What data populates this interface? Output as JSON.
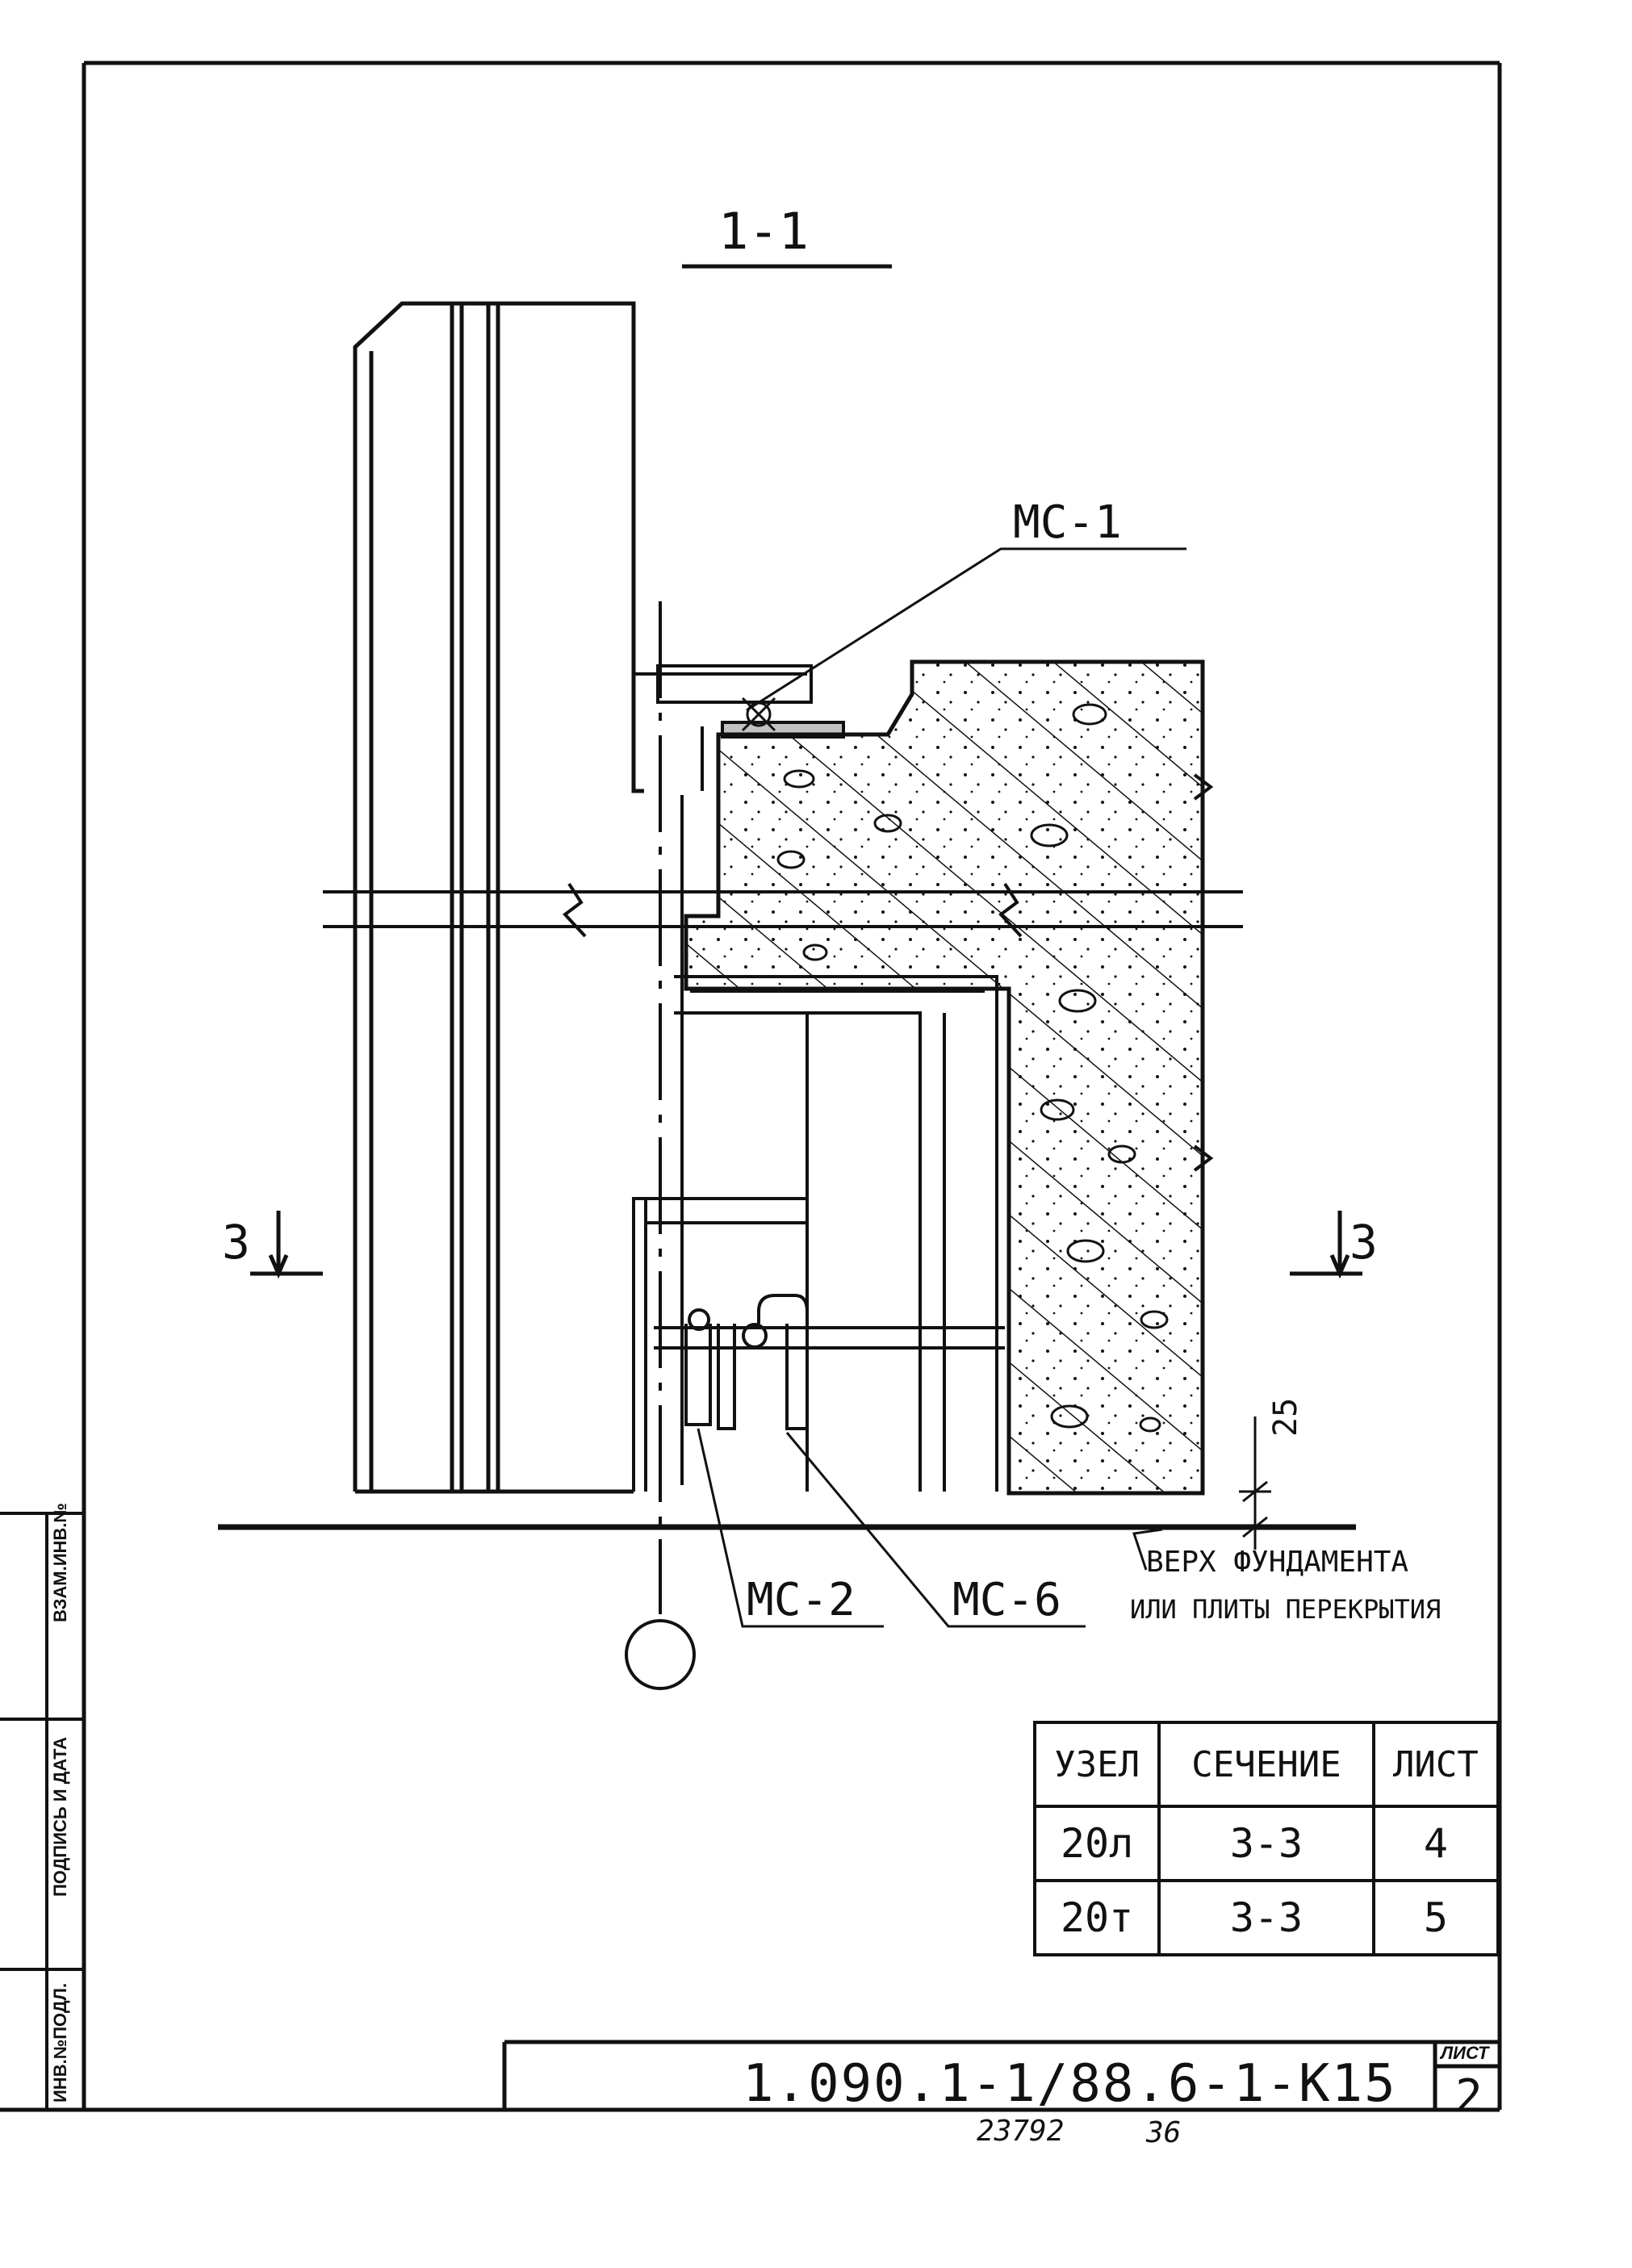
{
  "section_title": "1-1",
  "callouts": {
    "ms1": "МС-1",
    "ms2": "МС-2",
    "ms6": "МС-6"
  },
  "section_marks": {
    "left": "3",
    "right": "3"
  },
  "dimension": "25",
  "foundation_note": {
    "line1": "ВЕРХ ФУНДАМЕНТА",
    "line2": "ИЛИ ПЛИТЫ ПЕРЕКРЫТИЯ"
  },
  "reference_table": {
    "headers": [
      "УЗЕЛ",
      "СЕЧЕНИЕ",
      "ЛИСТ"
    ],
    "rows": [
      [
        "20л",
        "3-3",
        "4"
      ],
      [
        "20т",
        "3-3",
        "5"
      ]
    ]
  },
  "title_block": {
    "code": "1.090.1-1/88.6-1-К15",
    "sheet_label": "ЛИСТ",
    "sheet_number": "2"
  },
  "side_strip": {
    "field1": "ВЗАМ.ИНВ.№",
    "field2": "ПОДПИСЬ И ДАТА",
    "field3": "ИНВ.№ПОДЛ."
  },
  "footer_numbers": {
    "n1": "23792",
    "n2": "36"
  }
}
